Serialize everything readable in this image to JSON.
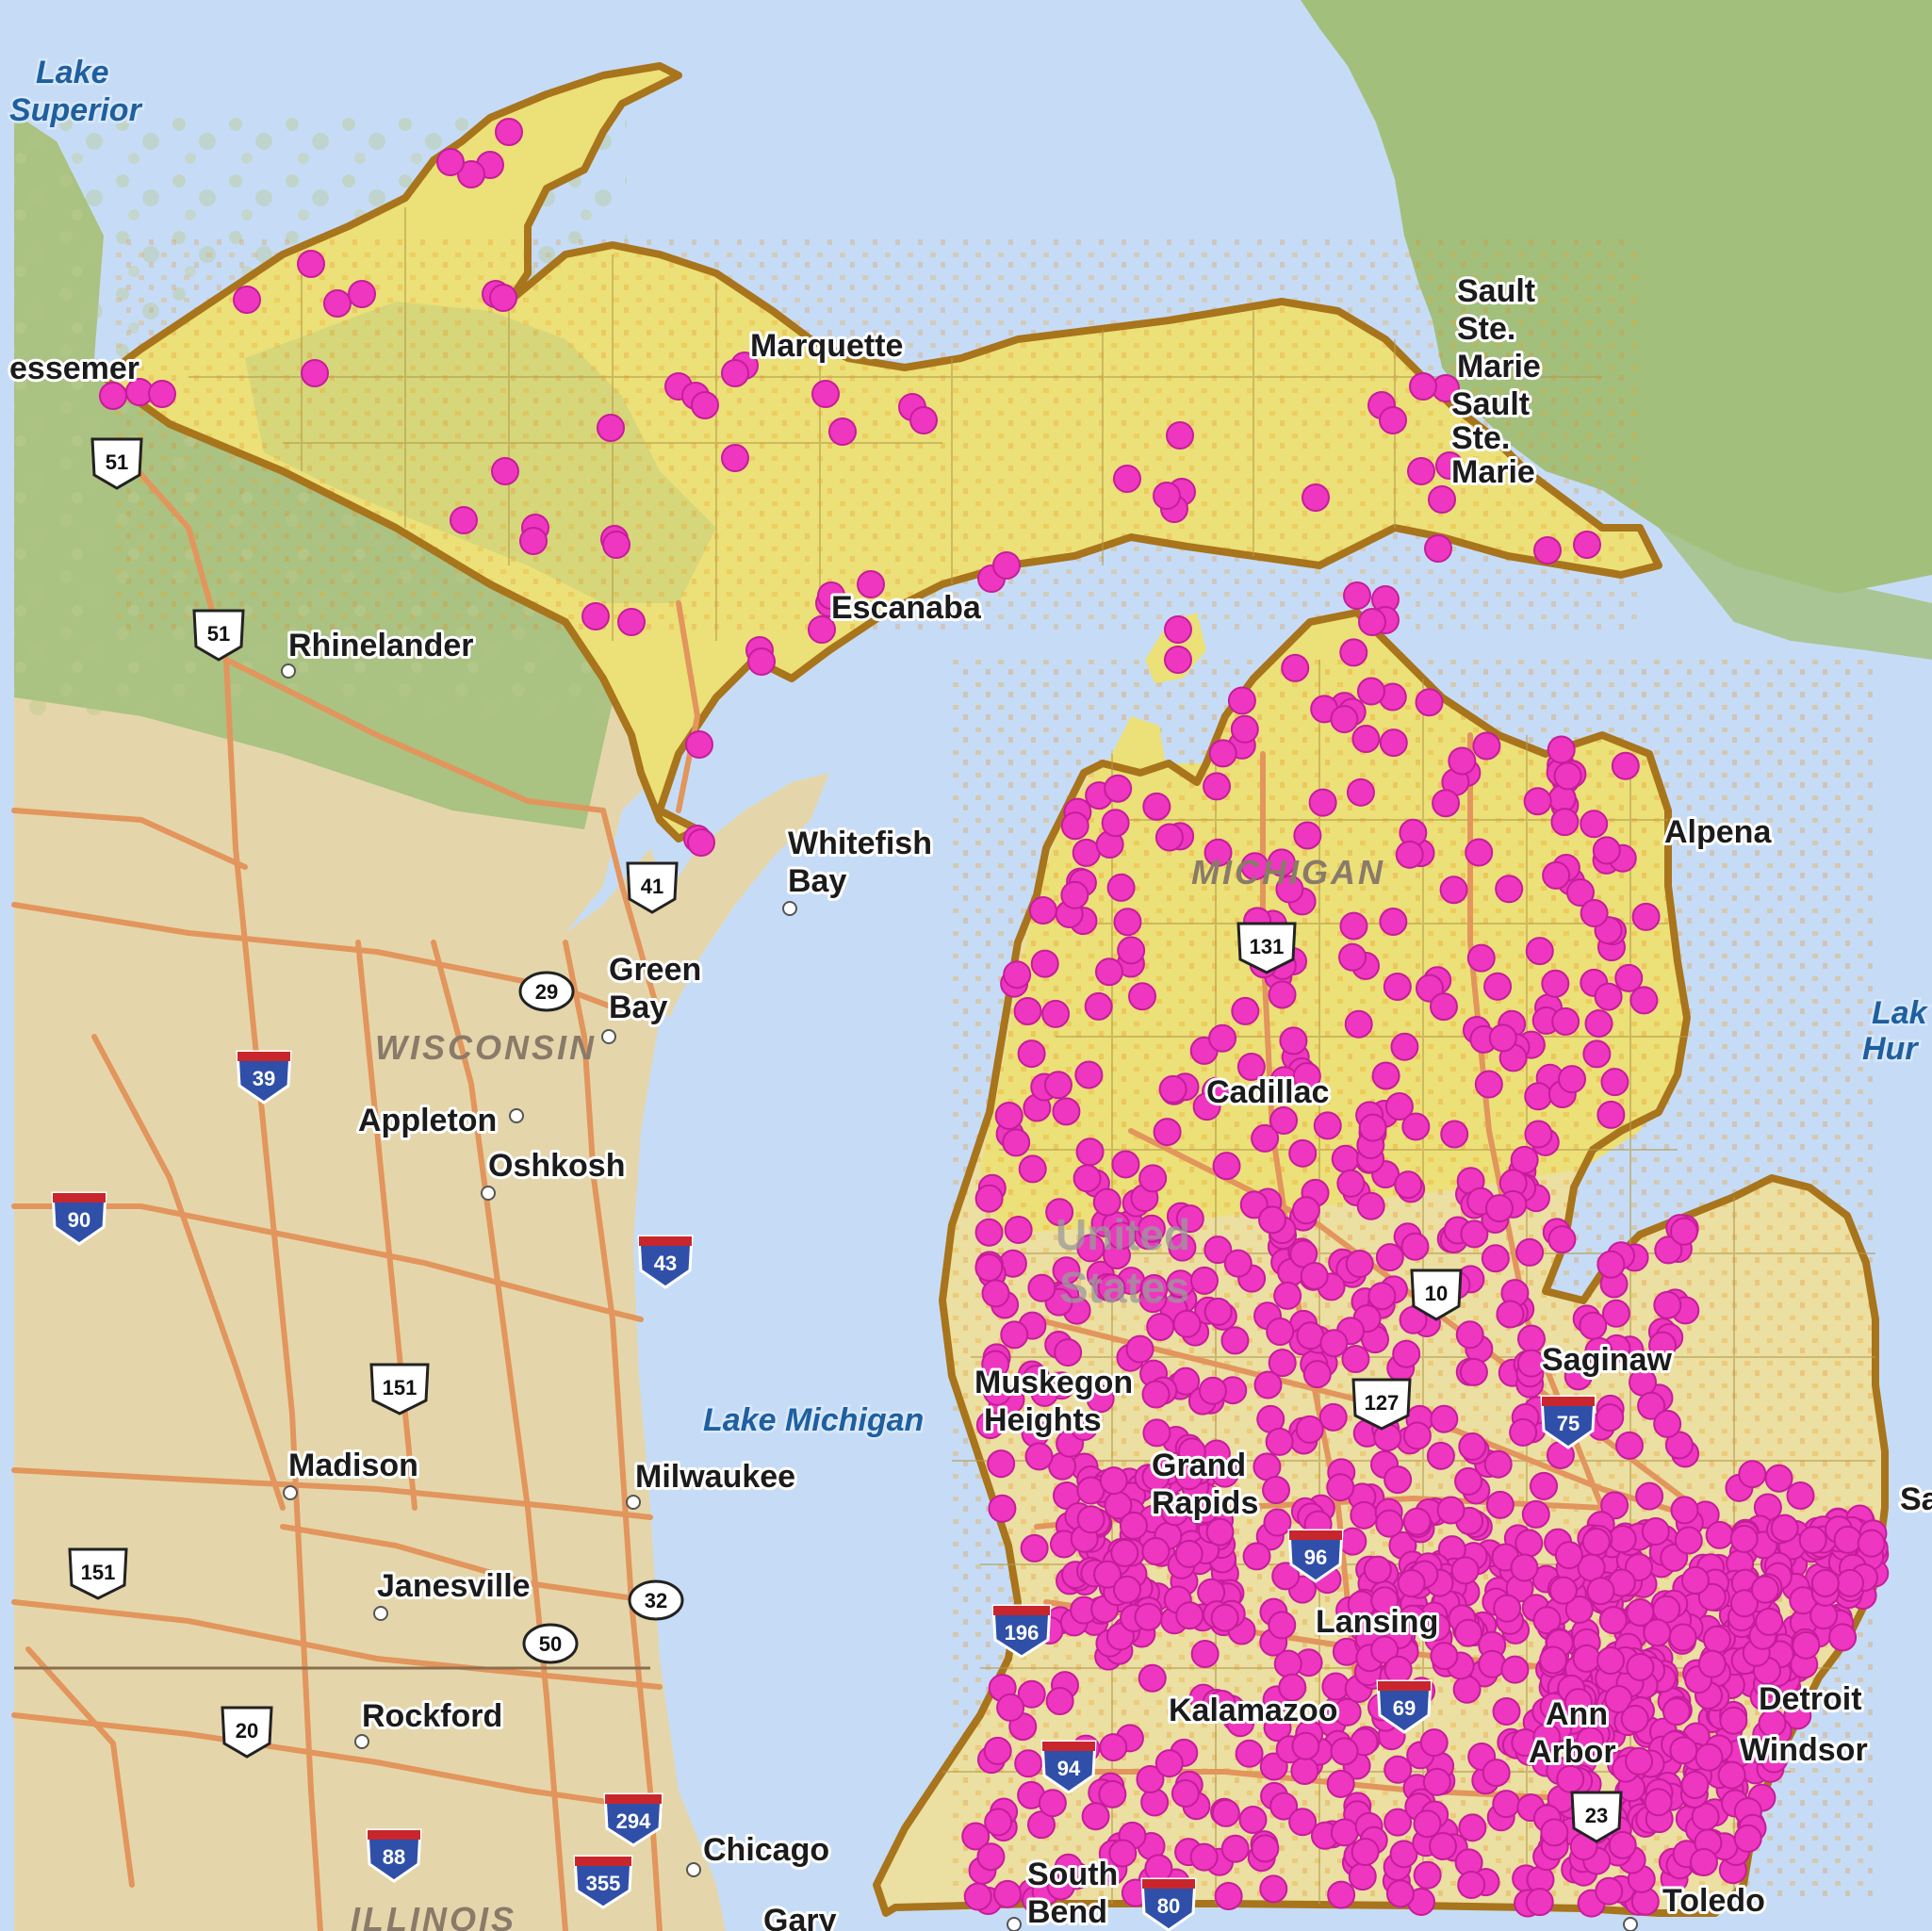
{
  "map": {
    "colors": {
      "water": "#c6dcf6",
      "land_west": "#e3d5a8",
      "land_north": "#9fbd78",
      "michigan_fill": "#ede07a",
      "michigan_border": "#a8741c",
      "roads": "#e2955c",
      "marker": "#ee36c0",
      "marker_edge": "#c51d9b"
    },
    "water_labels": {
      "lake_superior_1": "Lake",
      "lake_superior_2": "Superior",
      "lake_michigan": "Lake Michigan",
      "lake_huron_1": "Lak",
      "lake_huron_2": "Hur"
    },
    "region_labels": {
      "wisconsin": "WISCONSIN",
      "illinois": "ILLINOIS",
      "michigan": "MICHIGAN",
      "united_states_1": "United",
      "united_states_2": "States"
    },
    "cities": {
      "bessemer": "essemer",
      "marquette": "Marquette",
      "sault_1": "Sault",
      "sault_2": "Ste.",
      "sault_3": "Marie",
      "sault_b1": "Sault",
      "sault_b2": "Ste.",
      "sault_b3": "Marie",
      "escanaba": "Escanaba",
      "rhinelander": "Rhinelander",
      "whitefish_1": "Whitefish",
      "whitefish_2": "Bay",
      "green_bay_1": "Green",
      "green_bay_2": "Bay",
      "alpena": "Alpena",
      "cadillac": "Cadillac",
      "appleton": "Appleton",
      "oshkosh": "Oshkosh",
      "saginaw": "Saginaw",
      "muskegon_1": "Muskegon",
      "muskegon_2": "Heights",
      "grand_rapids_1": "Grand",
      "grand_rapids_2": "Rapids",
      "madison": "Madison",
      "milwaukee": "Milwaukee",
      "janesville": "Janesville",
      "lansing": "Lansing",
      "rockford": "Rockford",
      "kalamazoo": "Kalamazoo",
      "ann_arbor_1": "Ann",
      "ann_arbor_2": "Arbor",
      "detroit": "Detroit",
      "windsor": "Windsor",
      "chicago": "Chicago",
      "south_bend_1": "South",
      "south_bend_2": "Bend",
      "toledo": "Toledo",
      "gary": "Gary",
      "sa": "Sa"
    },
    "shields": {
      "us51_a": "51",
      "us51_b": "51",
      "us41": "41",
      "wi29": "29",
      "i39": "39",
      "i90": "90",
      "i43": "43",
      "us151_a": "151",
      "us151_b": "151",
      "wi32": "32",
      "wi50": "50",
      "us20": "20",
      "i88": "88",
      "i294": "294",
      "i355": "355",
      "us131": "131",
      "us10": "10",
      "i196": "196",
      "i94": "94",
      "i80": "80",
      "i75": "75",
      "us127": "127",
      "i69": "69",
      "i96": "96",
      "us23": "23"
    }
  }
}
